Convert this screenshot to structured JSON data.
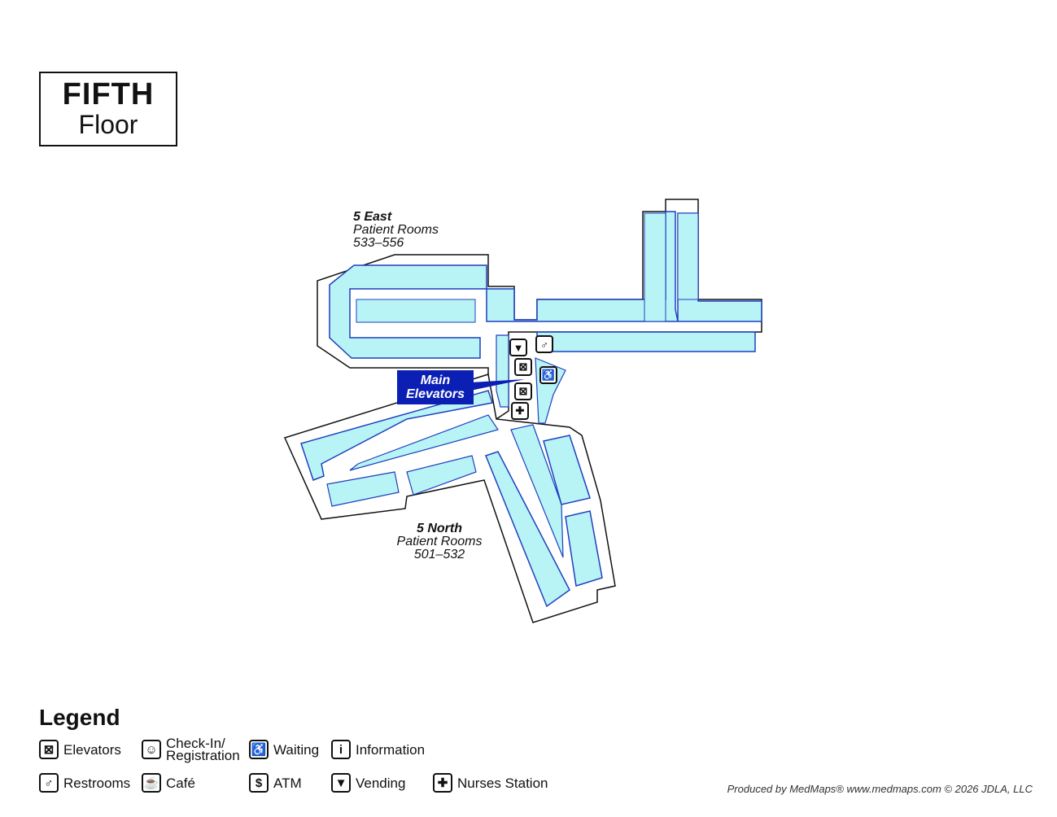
{
  "title": {
    "name": "FIFTH",
    "sub": "Floor"
  },
  "labels": {
    "east_name": "5 East",
    "east_sub": "Patient Rooms",
    "east_range": "533–556",
    "north_name": "5 North",
    "north_sub": "Patient Rooms",
    "north_range": "501–532",
    "main_elev_1": "Main",
    "main_elev_2": "Elevators"
  },
  "legend": {
    "title": "Legend",
    "elevators": "Elevators",
    "checkin_1": "Check-In/",
    "checkin_2": "Registration",
    "waiting": "Waiting",
    "information": "Information",
    "restrooms": "Restrooms",
    "cafe": "Café",
    "atm": "ATM",
    "vending": "Vending",
    "nurses": "Nurses Station"
  },
  "icons": {
    "elevators": "elevator-icon",
    "checkin": "check-in-icon",
    "waiting": "waiting-icon",
    "information": "information-icon",
    "restrooms": "restroom-icon",
    "cafe": "cafe-icon",
    "atm": "atm-icon",
    "vending": "vending-icon",
    "nurses": "nurses-station-icon"
  },
  "footer": "Produced by MedMaps®  www.medmaps.com   © 2026 JDLA, LLC",
  "colors": {
    "room_fill": "#b8f4f6",
    "wall_blue": "#1f3fbf",
    "callout": "#0b1fb5",
    "outline": "#111111"
  }
}
